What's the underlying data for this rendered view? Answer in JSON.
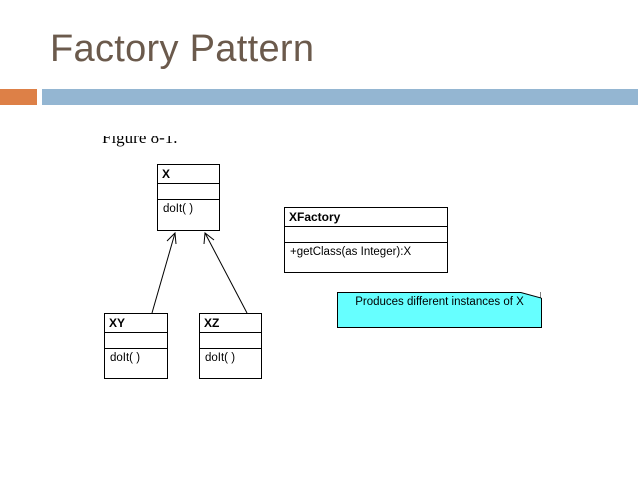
{
  "slide": {
    "title": "Factory Pattern",
    "accent_color": "#dd8047",
    "bar_color": "#94b6d2",
    "title_color": "#6b5a4c"
  },
  "figure": {
    "caption": "Figure 8-1."
  },
  "classes": {
    "x": {
      "name": "X",
      "operation": "doIt( )"
    },
    "xy": {
      "name": "XY",
      "operation": "doIt( )"
    },
    "xz": {
      "name": "XZ",
      "operation": "doIt( )"
    },
    "xfactory": {
      "name": "XFactory",
      "operation": "+getClass(as Integer):X"
    }
  },
  "note": {
    "text": "Produces different instances of X",
    "color": "#66ffff"
  },
  "relations": [
    {
      "from": "XY",
      "to": "X",
      "type": "generalization"
    },
    {
      "from": "XZ",
      "to": "X",
      "type": "generalization"
    }
  ]
}
